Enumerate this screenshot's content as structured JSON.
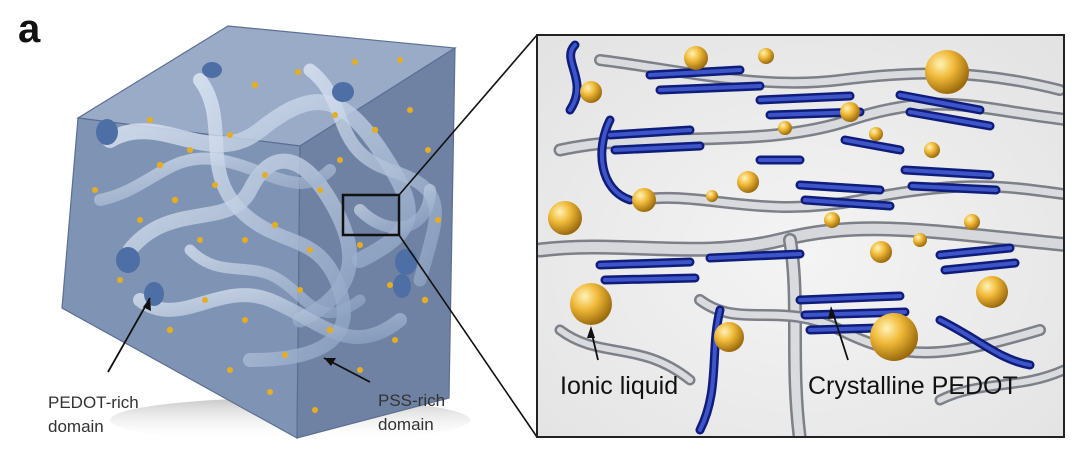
{
  "panel": {
    "letter": "a"
  },
  "cube": {
    "labels": {
      "pedot_rich_line1": "PEDOT-rich",
      "pedot_rich_line2": "domain",
      "pss_rich_line1": "PSS-rich",
      "pss_rich_line2": "domain"
    }
  },
  "zoom": {
    "labels": {
      "ionic_liquid": "Ionic liquid",
      "crystalline_pedot": "Crystalline PEDOT"
    }
  },
  "colors": {
    "cube_face_front": "#7f93b4",
    "cube_face_top": "#9aabc8",
    "cube_face_right": "#6f82a4",
    "pedot_blue": "#1f2e9e",
    "pss_gray": "#c9ccd1",
    "ionic_gold": "#e3a92a",
    "frame": "#222222"
  }
}
